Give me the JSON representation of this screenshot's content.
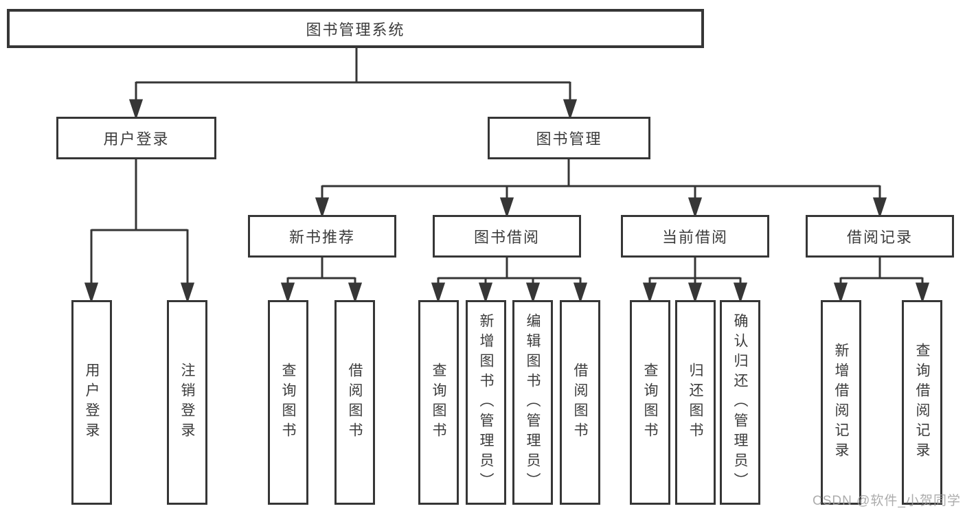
{
  "diagram": {
    "title": "图书管理系统",
    "nodes": {
      "root": "图书管理系统",
      "userLogin": "用户登录",
      "bookMgmt": "图书管理",
      "loginDo": "用户登录",
      "logout": "注销登录",
      "newBookRec": "新书推荐",
      "bookBorrow": "图书借阅",
      "currentBorrow": "当前借阅",
      "borrowRecords": "借阅记录",
      "nbQuery": "查询图书",
      "nbBorrow": "借阅图书",
      "bbQuery": "查询图书",
      "bbAdd": "新增图书（管理员）",
      "bbEdit": "编辑图书（管理员）",
      "bbBorrow": "借阅图书",
      "cbQuery": "查询图书",
      "cbReturn": "归还图书",
      "cbConfirm": "确认归还（管理员）",
      "brAdd": "新增借阅记录",
      "brQuery": "查询借阅记录"
    },
    "hierarchy": {
      "图书管理系统": {
        "用户登录": [
          "用户登录",
          "注销登录"
        ],
        "图书管理": {
          "新书推荐": [
            "查询图书",
            "借阅图书"
          ],
          "图书借阅": [
            "查询图书",
            "新增图书（管理员）",
            "编辑图书（管理员）",
            "借阅图书"
          ],
          "当前借阅": [
            "查询图书",
            "归还图书",
            "确认归还（管理员）"
          ],
          "借阅记录": [
            "新增借阅记录",
            "查询借阅记录"
          ]
        }
      }
    }
  },
  "watermark": {
    "text": "CSDN @软件_小贺同学"
  },
  "colors": {
    "line": "#363636",
    "text": "#3c3c3c",
    "watermark": "#9e9e9e",
    "background": "#ffffff"
  }
}
